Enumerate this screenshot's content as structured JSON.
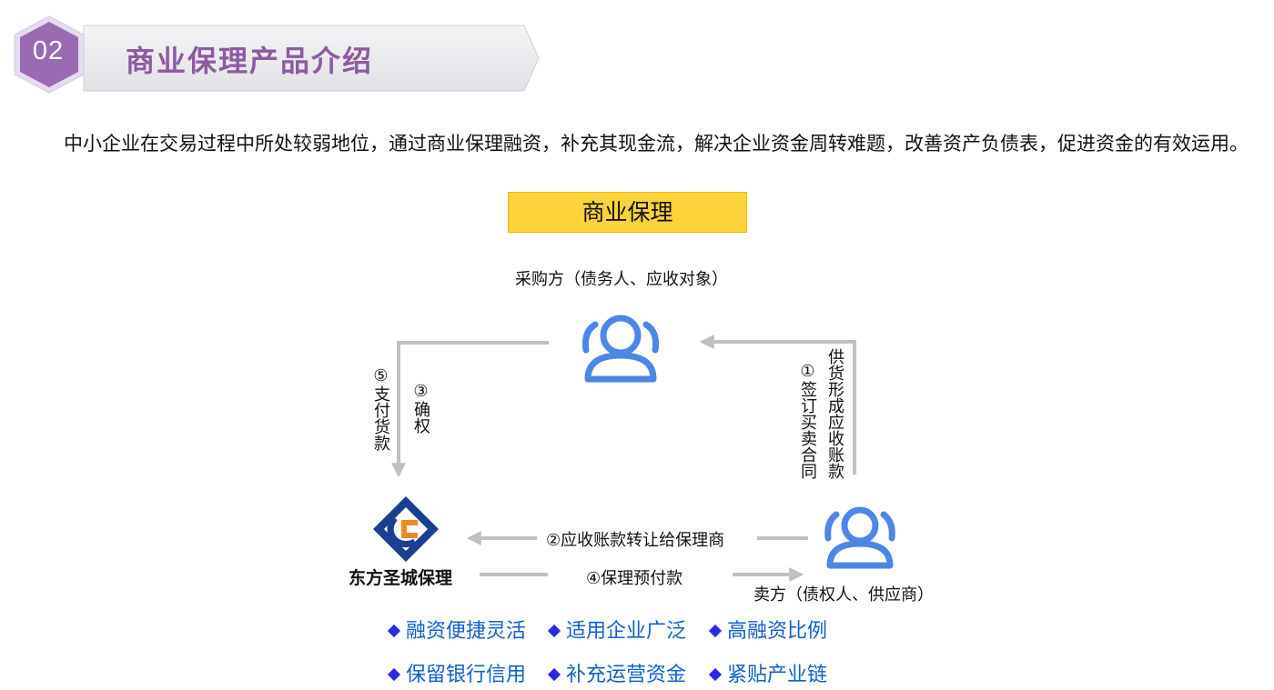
{
  "header": {
    "section_number": "02",
    "title": "商业保理产品介绍"
  },
  "intro_text": "中小企业在交易过程中所处较弱地位，通过商业保理融资，补充其现金流，解决企业资金周转难题，改善资产负债表，促进资金的有效运用。",
  "diagram": {
    "title": "商业保理",
    "buyer_label": "采购方（债务人、应收对象）",
    "seller_label": "卖方（债权人、供应商）",
    "logo_text": "东方圣城保理",
    "steps": {
      "supply": "供货形成应收账款",
      "sign_contract": "①签订买卖合同",
      "transfer": "②应收账款转让给保理商",
      "confirm": "③确权",
      "prepay": "④保理预付款",
      "pay": "⑤支付货款"
    }
  },
  "features": [
    "融资便捷灵活",
    "适用企业广泛",
    "高融资比例",
    "保留银行信用",
    "补充运营资金",
    "紧贴产业链"
  ],
  "colors": {
    "title_purple": "#8d5aa0",
    "hexagon_purple": "#9a6ab2",
    "box_yellow": "#fdd33c",
    "person_blue": "#4d86e6",
    "arrow_gray": "#c0c0c0",
    "feature_text": "#1060c8",
    "diamond": "#2a2ae0"
  }
}
